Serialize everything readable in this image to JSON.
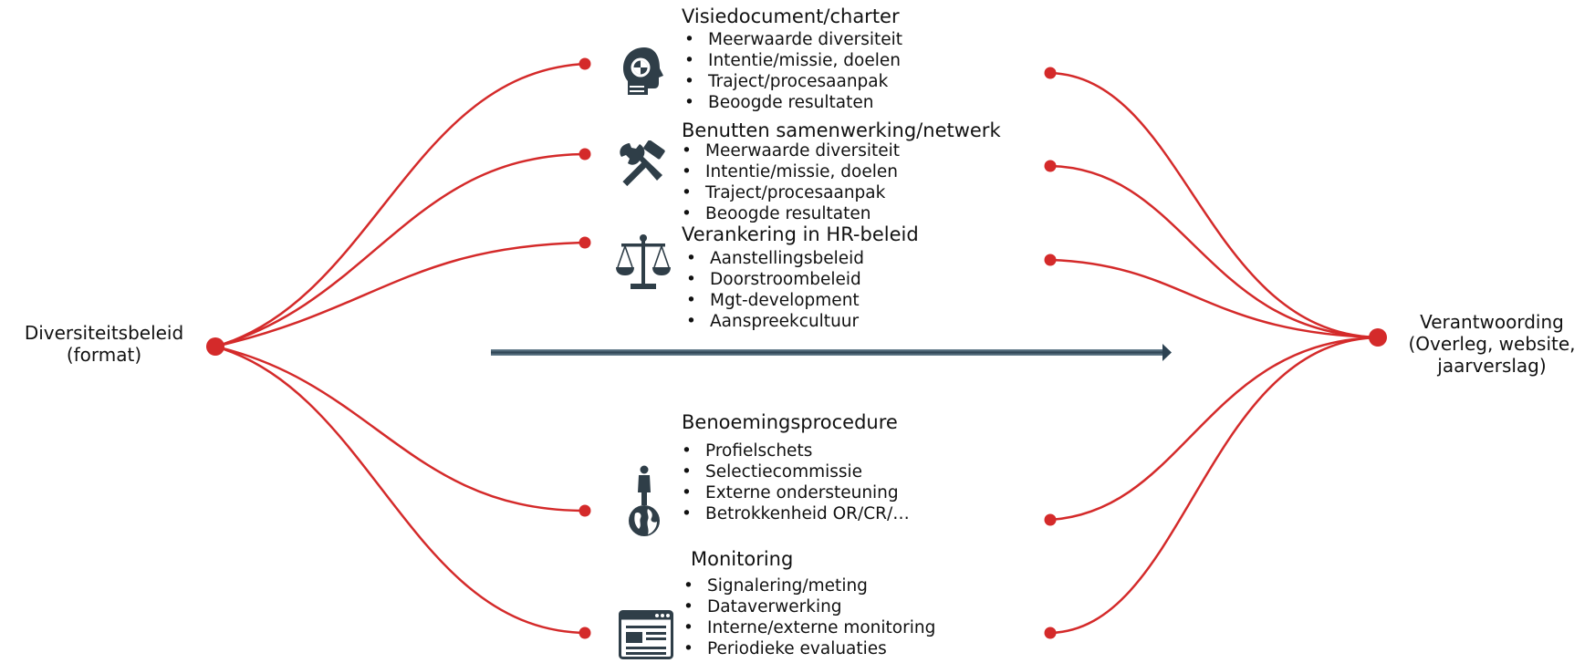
{
  "left_node": {
    "title": "Diversiteitsbeleid",
    "subtitle": "(format)"
  },
  "right_node": {
    "title": "Verantwoording",
    "lines": [
      "(Overleg, website,",
      "jaarverslag)"
    ]
  },
  "sections": [
    {
      "title": "Visiedocument/charter",
      "icon": "head-gear-icon",
      "items": [
        "Meerwaarde diversiteit",
        "Intentie/missie, doelen",
        "Traject/procesaanpak",
        "Beoogde resultaten"
      ]
    },
    {
      "title": "Benutten samenwerking/netwerk",
      "icon": "wrench-hammer-icon",
      "items": [
        "Meerwaarde diversiteit",
        "Intentie/missie, doelen",
        "Traject/procesaanpak",
        "Beoogde resultaten"
      ]
    },
    {
      "title": "Verankering in HR-beleid",
      "icon": "scales-icon",
      "items": [
        "Aanstellingsbeleid",
        "Doorstroombeleid",
        "Mgt-development",
        "Aanspreekcultuur"
      ]
    },
    {
      "title": "Benoemingsprocedure",
      "icon": "person-globe-icon",
      "items": [
        "Profielschets",
        "Selectiecommissie",
        "Externe ondersteuning",
        "Betrokkenheid OR/CR/…"
      ]
    },
    {
      "title": "Monitoring",
      "icon": "browser-window-icon",
      "items": [
        "Signalering/meting",
        "Dataverwerking",
        "Interne/externe monitoring",
        "Periodieke evaluaties"
      ]
    }
  ],
  "colors": {
    "connector": "#d42a2a",
    "arrow": "#3b5566",
    "icon": "#2f3e48",
    "text": "#111111"
  }
}
